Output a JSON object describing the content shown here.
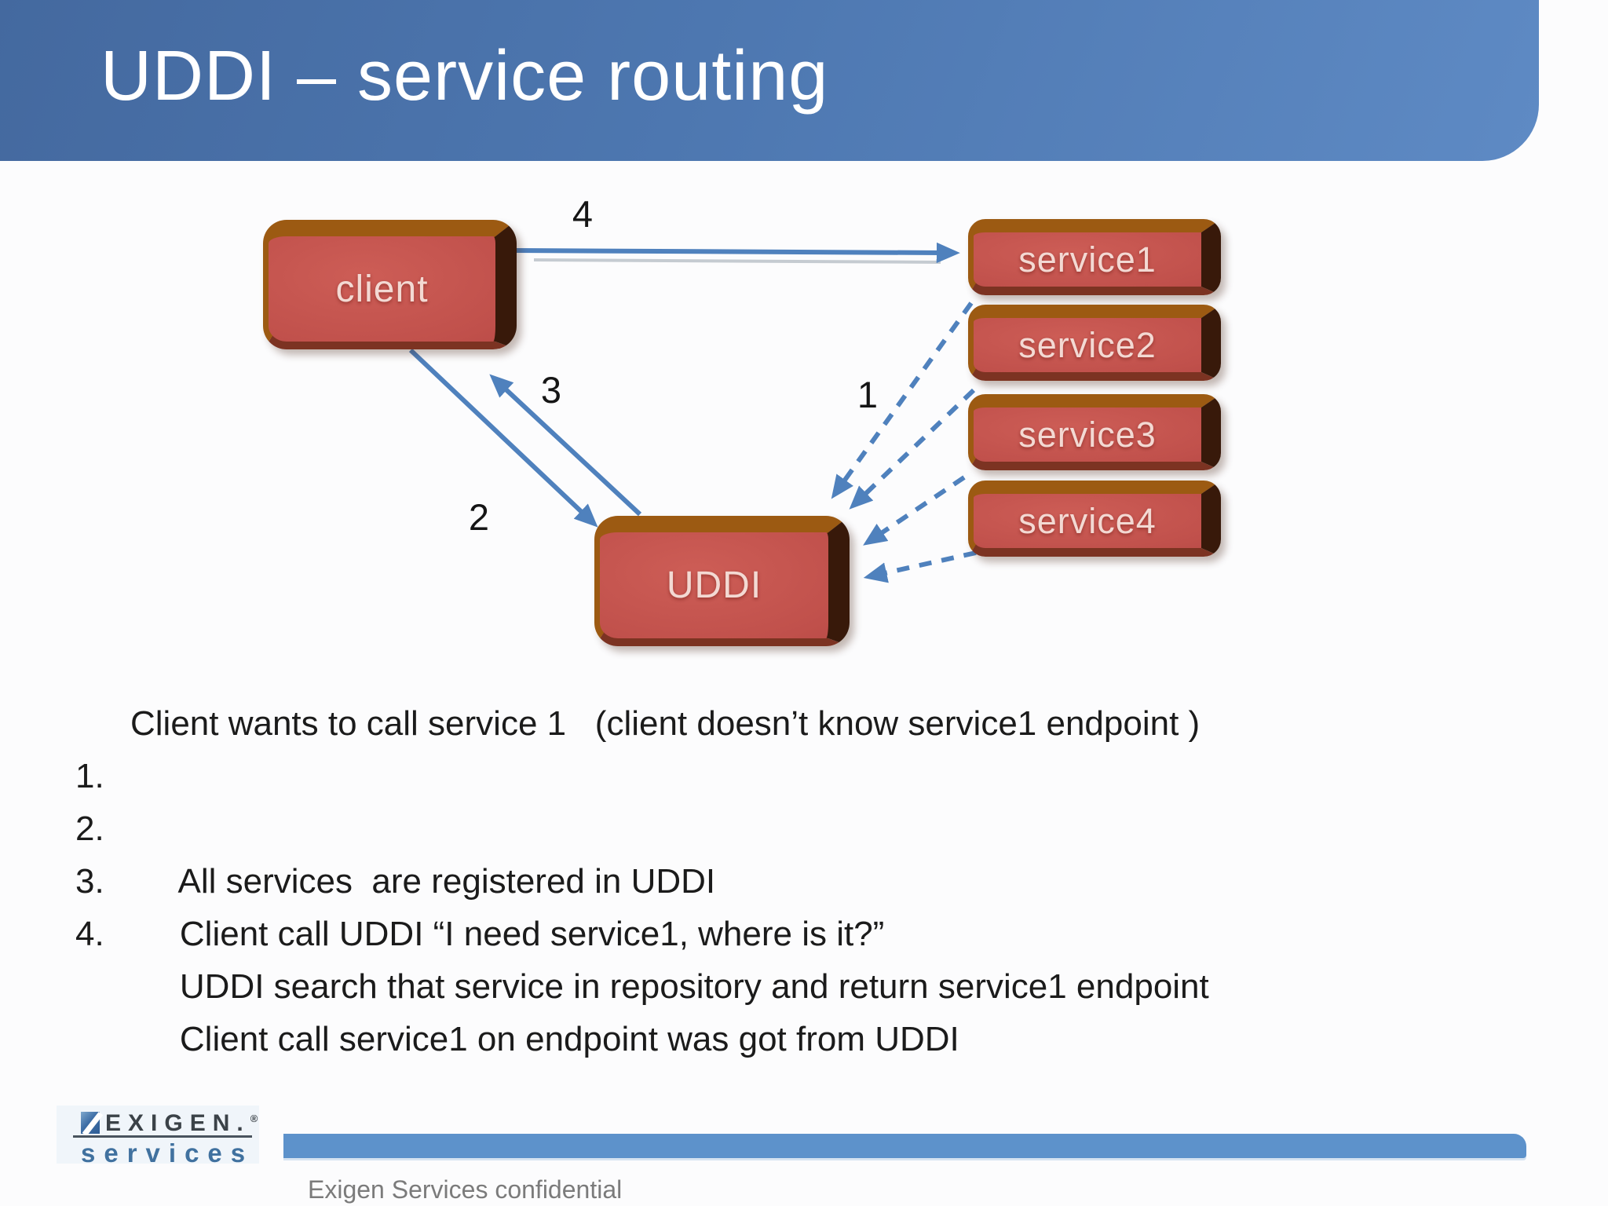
{
  "slide": {
    "title": "UDDI – service routing"
  },
  "diagram": {
    "nodes": [
      {
        "id": "client",
        "label": "client"
      },
      {
        "id": "service1",
        "label": "service1"
      },
      {
        "id": "service2",
        "label": "service2"
      },
      {
        "id": "service3",
        "label": "service3"
      },
      {
        "id": "service4",
        "label": "service4"
      },
      {
        "id": "uddi",
        "label": "UDDI"
      }
    ],
    "step_labels": [
      {
        "text": "1"
      },
      {
        "text": "2"
      },
      {
        "text": "3"
      },
      {
        "text": "4"
      }
    ],
    "arrows": [
      {
        "step": "4",
        "from": "client",
        "to": "service1",
        "style": "solid"
      },
      {
        "step": "2",
        "from": "client",
        "to": "uddi",
        "style": "solid"
      },
      {
        "step": "3",
        "from": "uddi",
        "to": "client",
        "style": "solid"
      },
      {
        "step": "1",
        "from": "service1",
        "to": "uddi",
        "style": "dashed"
      },
      {
        "step": "1",
        "from": "service2",
        "to": "uddi",
        "style": "dashed"
      },
      {
        "step": "1",
        "from": "service3",
        "to": "uddi",
        "style": "dashed"
      },
      {
        "step": "1",
        "from": "service4",
        "to": "uddi",
        "style": "dashed"
      }
    ]
  },
  "notes": {
    "intro": "Client wants to call service 1   (client doesn’t know service1 endpoint )",
    "items": [
      {
        "n": "1.",
        "text": "All services  are registered in UDDI"
      },
      {
        "n": "2.",
        "text": "Client call UDDI “I need service1, where is it?”"
      },
      {
        "n": "3.",
        "text": "UDDI search that service in repository and return service1 endpoint"
      },
      {
        "n": "4.",
        "text": "Client call service1 on endpoint was got from UDDI"
      }
    ]
  },
  "footer": {
    "logo_top": "EXIGEN.",
    "logo_reg": "®",
    "logo_bottom": "services",
    "confidential": "Exigen Services confidential"
  },
  "colors": {
    "header_blue_start": "#44699f",
    "header_blue_end": "#5e8ac4",
    "arrow_blue": "#4f81bd",
    "box_face_red": "#c0504b",
    "box_bevel_orange": "#9c5a12",
    "box_bevel_dark": "#38190a",
    "box_text_pink": "#f3d9d3",
    "footer_bar_blue": "#5d92cb",
    "footer_text_gray": "#7b7b7b",
    "logo_dark": "#3b4248",
    "logo_blue": "#40719f",
    "body_text": "#1b1b1b"
  }
}
